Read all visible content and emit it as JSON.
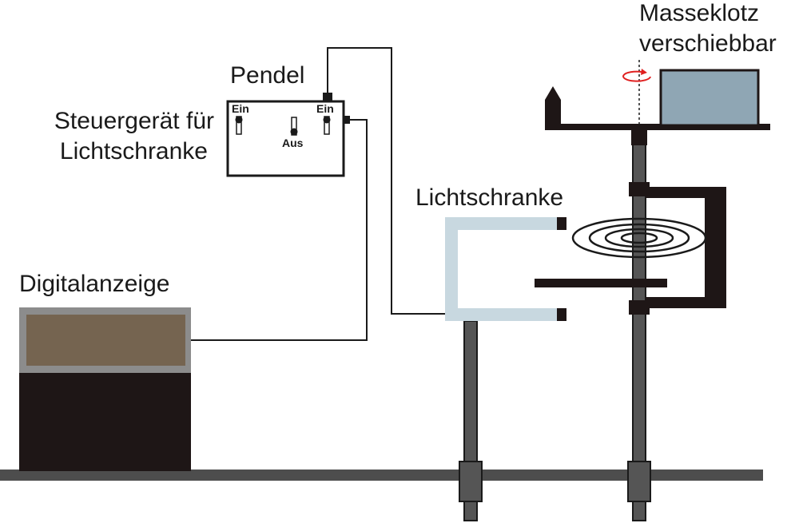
{
  "labels": {
    "pendel": "Pendel",
    "steuergeraet_line1": "Steuergerät für",
    "steuergeraet_line2": "Lichtschranke",
    "lichtschranke": "Lichtschranke",
    "digitalanzeige": "Digitalanzeige",
    "masseklotz_line1": "Masseklotz",
    "masseklotz_line2": "verschiebbar"
  },
  "switches": {
    "left": "Ein",
    "middle": "Aus",
    "right": "Ein"
  },
  "colors": {
    "table_rail": "#4d4d4d",
    "display_screen": "#756450",
    "display_frame": "#8c8c8c",
    "display_body": "#1e1616",
    "light_gate": "#c8d8e0",
    "mass_block": "#8fa6b4",
    "rod": "#555555",
    "dark": "#1e1616",
    "rotation_arrow": "#e02020"
  },
  "icons": {
    "rotation": "rotation-arrow-icon"
  }
}
